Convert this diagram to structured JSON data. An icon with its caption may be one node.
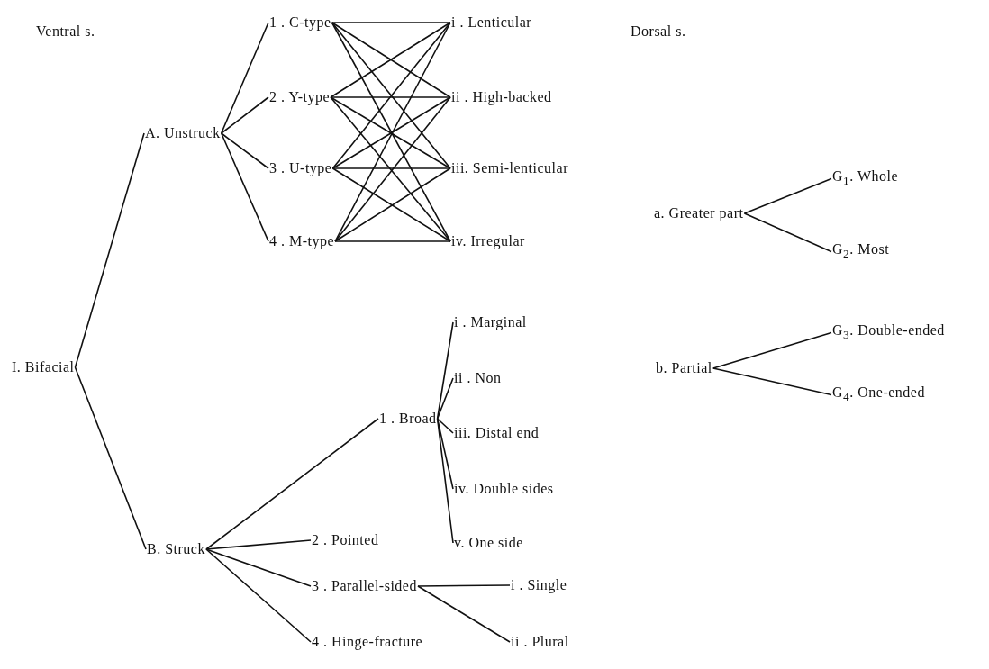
{
  "diagram": {
    "nodes": [
      {
        "text": [
          "I. Bifacial"
        ]
      },
      {
        "text": [
          "A. Unstruck"
        ]
      },
      {
        "text": [
          "1 . C-type"
        ]
      },
      {
        "text": [
          "2 . Y-type"
        ]
      },
      {
        "text": [
          "3 . U-type"
        ]
      },
      {
        "text": [
          "4 . M-type"
        ]
      },
      {
        "text": [
          "i . Lenticular"
        ]
      },
      {
        "text": [
          "ii . High-backed"
        ]
      },
      {
        "text": [
          "iii. Semi-lenticular"
        ]
      },
      {
        "text": [
          "iv. Irregular"
        ]
      },
      {
        "text": [
          "B. Struck"
        ]
      },
      {
        "text": [
          "1 . Broad"
        ]
      },
      {
        "text": [
          "i . Marginal"
        ]
      },
      {
        "text": [
          "ii . Non"
        ]
      },
      {
        "text": [
          "iii. Distal end"
        ]
      },
      {
        "text": [
          "iv. Double sides"
        ]
      },
      {
        "text": [
          "v. One side"
        ]
      },
      {
        "text": [
          "2 . Pointed"
        ]
      },
      {
        "text": [
          "3 . Parallel-sided"
        ]
      },
      {
        "text": [
          "i . Single"
        ]
      },
      {
        "text": [
          "ii . Plural"
        ]
      },
      {
        "text": [
          "4 . Hinge-fracture"
        ]
      },
      {
        "text": [
          "a. Greater part"
        ]
      },
      {
        "text": [
          "G$_{1}$. Whole"
        ]
      },
      {
        "text": [
          "G$_{2}$. Most"
        ]
      },
      {
        "text": [
          "b. Partial"
        ]
      },
      {
        "text": [
          "G$_{3}$. Double-ended"
        ]
      },
      {
        "text": [
          "G$_{4}$. One-ended"
        ]
      }
    ],
    "edges": [
      {
        "from": 0,
        "to": 1,
        "arrow": "none"
      },
      {
        "from": 1,
        "to": 2,
        "arrow": "none"
      },
      {
        "from": 1,
        "to": 3,
        "arrow": "none"
      },
      {
        "from": 1,
        "to": 4,
        "arrow": "none"
      },
      {
        "from": 1,
        "to": 5,
        "arrow": "none"
      },
      {
        "from": 2,
        "to": 6,
        "arrow": "none"
      },
      {
        "from": 2,
        "to": 7,
        "arrow": "none"
      },
      {
        "from": 2,
        "to": 8,
        "arrow": "none"
      },
      {
        "from": 2,
        "to": 9,
        "arrow": "none"
      },
      {
        "from": 3,
        "to": 6,
        "arrow": "none"
      },
      {
        "from": 3,
        "to": 7,
        "arrow": "none"
      },
      {
        "from": 3,
        "to": 8,
        "arrow": "none"
      },
      {
        "from": 3,
        "to": 9,
        "arrow": "none"
      },
      {
        "from": 4,
        "to": 6,
        "arrow": "none"
      },
      {
        "from": 4,
        "to": 7,
        "arrow": "none"
      },
      {
        "from": 4,
        "to": 8,
        "arrow": "none"
      },
      {
        "from": 4,
        "to": 9,
        "arrow": "none"
      },
      {
        "from": 5,
        "to": 6,
        "arrow": "none"
      },
      {
        "from": 5,
        "to": 7,
        "arrow": "none"
      },
      {
        "from": 5,
        "to": 8,
        "arrow": "none"
      },
      {
        "from": 5,
        "to": 9,
        "arrow": "none"
      },
      {
        "from": 0,
        "to": 10,
        "arrow": "none"
      },
      {
        "from": 10,
        "to": 11,
        "arrow": "none"
      },
      {
        "from": 11,
        "to": 12,
        "arrow": "none"
      },
      {
        "from": 11,
        "to": 13,
        "arrow": "none"
      },
      {
        "from": 11,
        "to": 14,
        "arrow": "none"
      },
      {
        "from": 11,
        "to": 15,
        "arrow": "none"
      },
      {
        "from": 11,
        "to": 16,
        "arrow": "none"
      },
      {
        "from": 10,
        "to": 17,
        "arrow": "none"
      },
      {
        "from": 10,
        "to": 18,
        "arrow": "none"
      },
      {
        "from": 18,
        "to": 19,
        "arrow": "none"
      },
      {
        "from": 18,
        "to": 20,
        "arrow": "none"
      },
      {
        "from": 10,
        "to": 21,
        "arrow": "none"
      },
      {
        "from": 22,
        "to": 23,
        "arrow": "none"
      },
      {
        "from": 22,
        "to": 24,
        "arrow": "none"
      },
      {
        "from": 25,
        "to": 26,
        "arrow": "none"
      },
      {
        "from": 25,
        "to": 27,
        "arrow": "none"
      }
    ],
    "labels": [
      "Ventral s.",
      "Dorsal s."
    ]
  }
}
